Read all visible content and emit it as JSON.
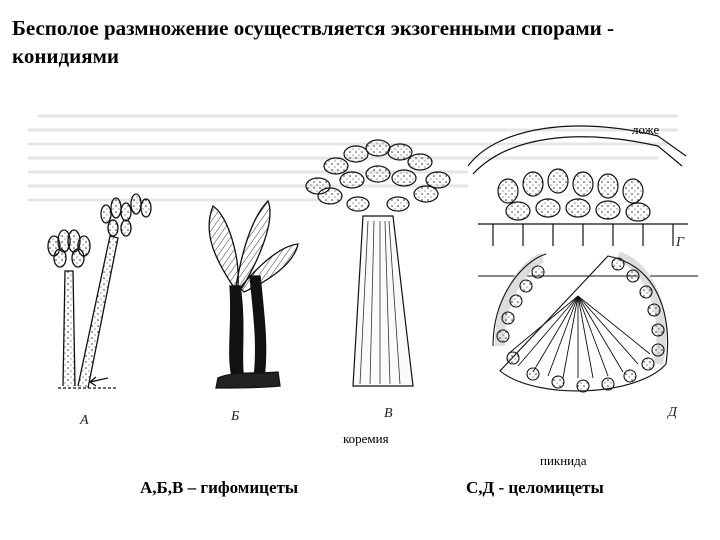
{
  "title": "Бесполое размножение осуществляется экзогенными спорами - конидиями",
  "figure": {
    "letters": [
      "А",
      "Б",
      "В",
      "Г",
      "Д"
    ],
    "annotations": {
      "lozhe": "ложе",
      "koremia": "коремия",
      "piknida": "пикнида"
    }
  },
  "captions": {
    "left": "А,Б,В – гифомицеты",
    "right": "С,Д - целомицеты"
  }
}
